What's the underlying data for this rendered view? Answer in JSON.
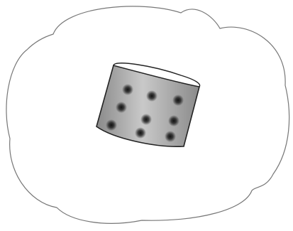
{
  "figure": {
    "background_color": "#ffffff",
    "cloud": {
      "shape": "cloud-outline",
      "stroke_color": "#777777"
    },
    "cylinder": {
      "shape": "tilted-cylinder",
      "body_color_light": "#c9c9c9",
      "body_color_dark": "#8a8a8a",
      "outline_color": "#222222",
      "top_rim_color": "#ffffff",
      "spot_count": 9,
      "spot_color": "#111111"
    }
  }
}
